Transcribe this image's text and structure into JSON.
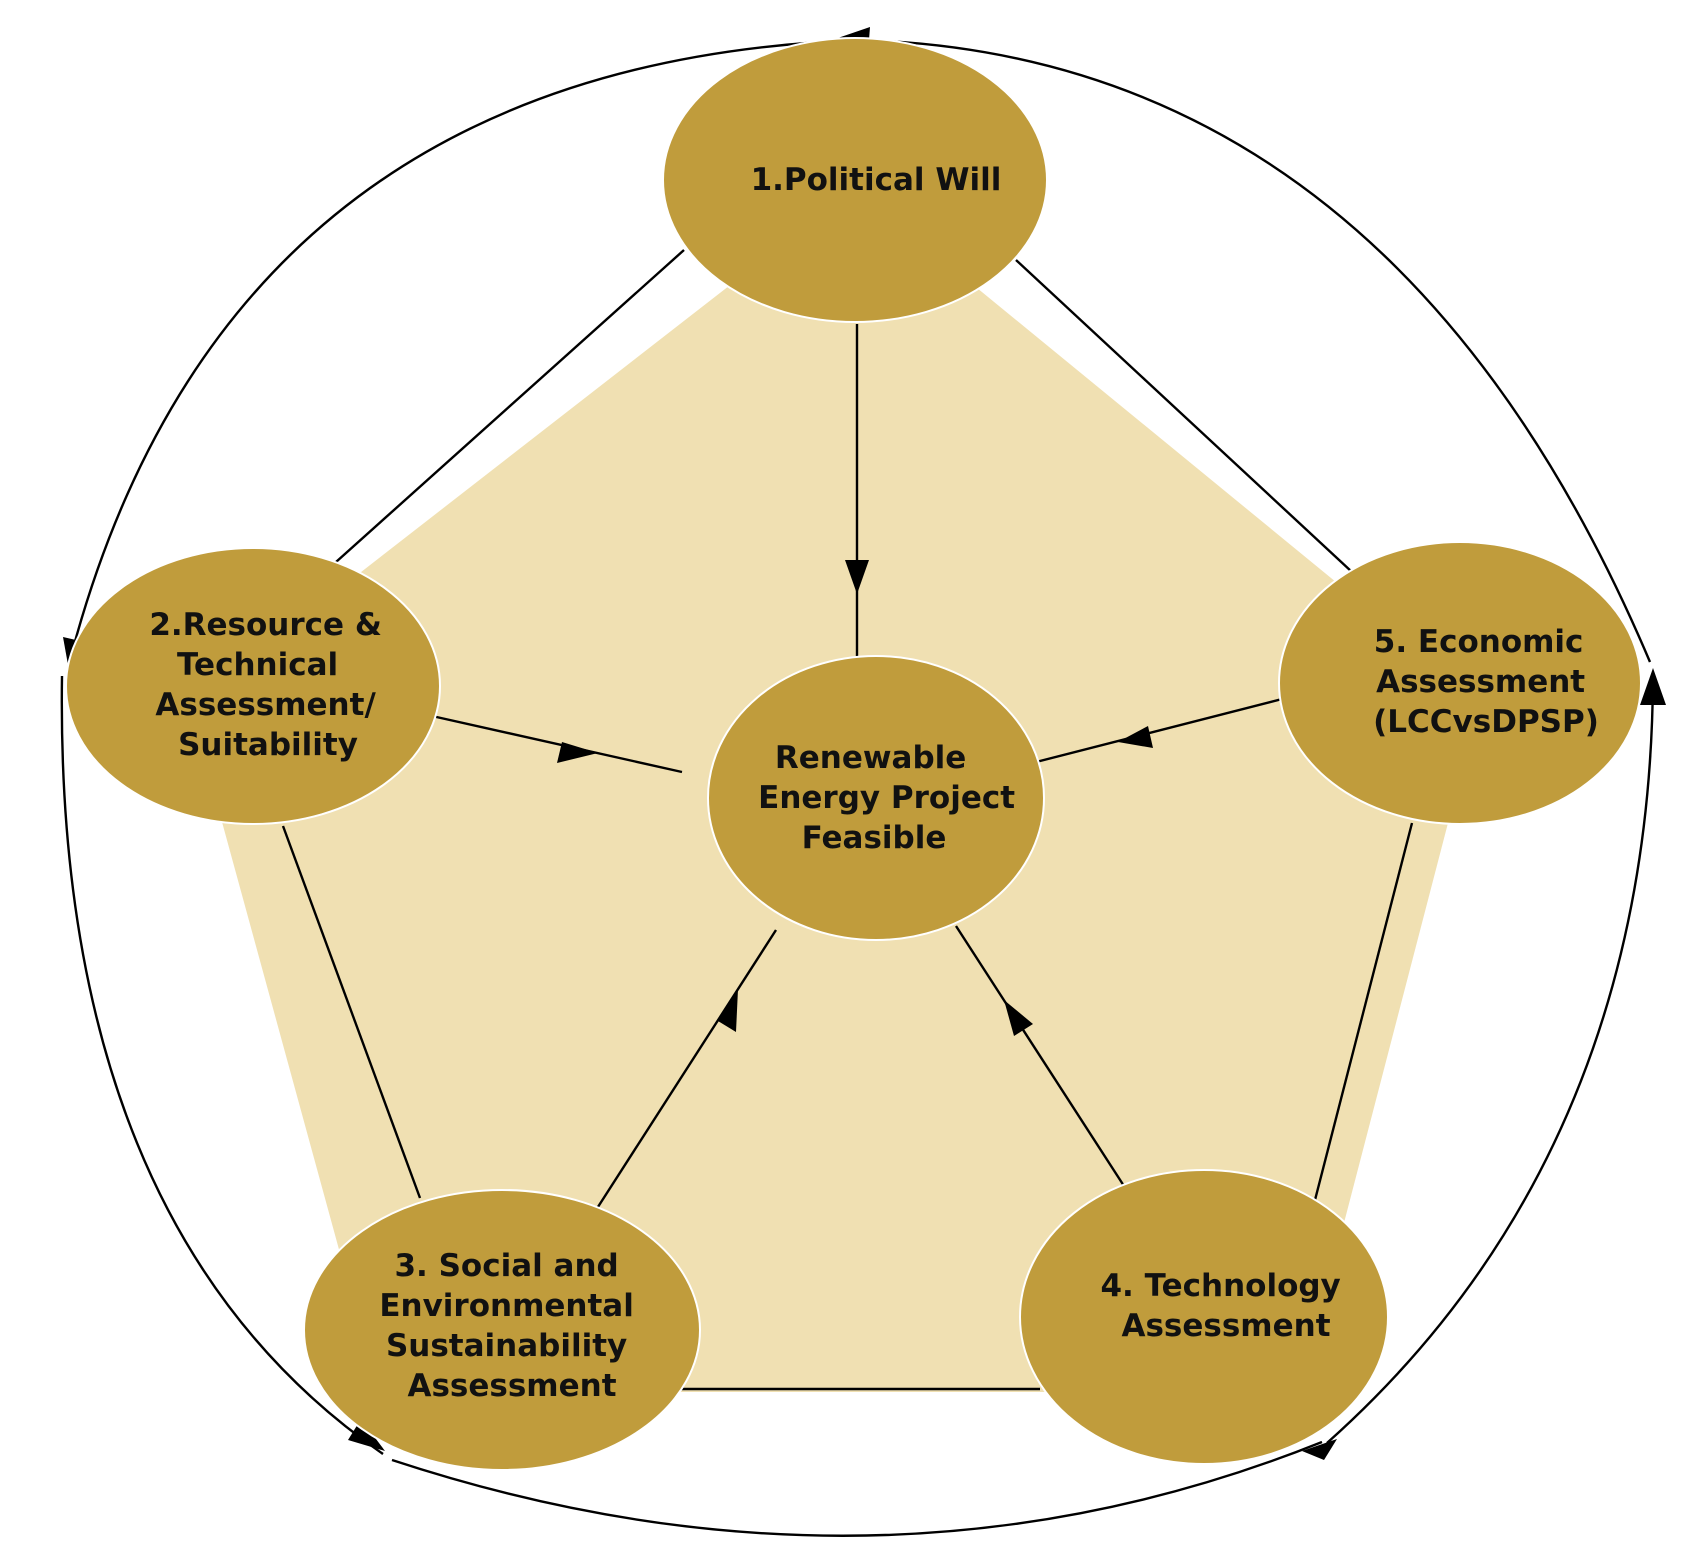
{
  "colors": {
    "node_fill": "#c09c3c",
    "pentagon_fill": "#f0e0b2",
    "line": "#000000",
    "text": "#111111"
  },
  "center": {
    "lines": [
      "Renewable",
      "Energy Project",
      "Feasible"
    ]
  },
  "nodes": [
    {
      "id": "political-will",
      "lines": [
        "1.Political Will"
      ]
    },
    {
      "id": "resource-technical",
      "lines": [
        "2.Resource &",
        "Technical",
        "Assessment/",
        "Suitability"
      ]
    },
    {
      "id": "social-environmental",
      "lines": [
        "3. Social and",
        "Environmental",
        "Sustainability",
        "Assessment"
      ]
    },
    {
      "id": "technology",
      "lines": [
        "4. Technology",
        "Assessment"
      ]
    },
    {
      "id": "economic",
      "lines": [
        "5. Economic",
        "Assessment",
        "(LCCvsDPSP)"
      ]
    }
  ]
}
